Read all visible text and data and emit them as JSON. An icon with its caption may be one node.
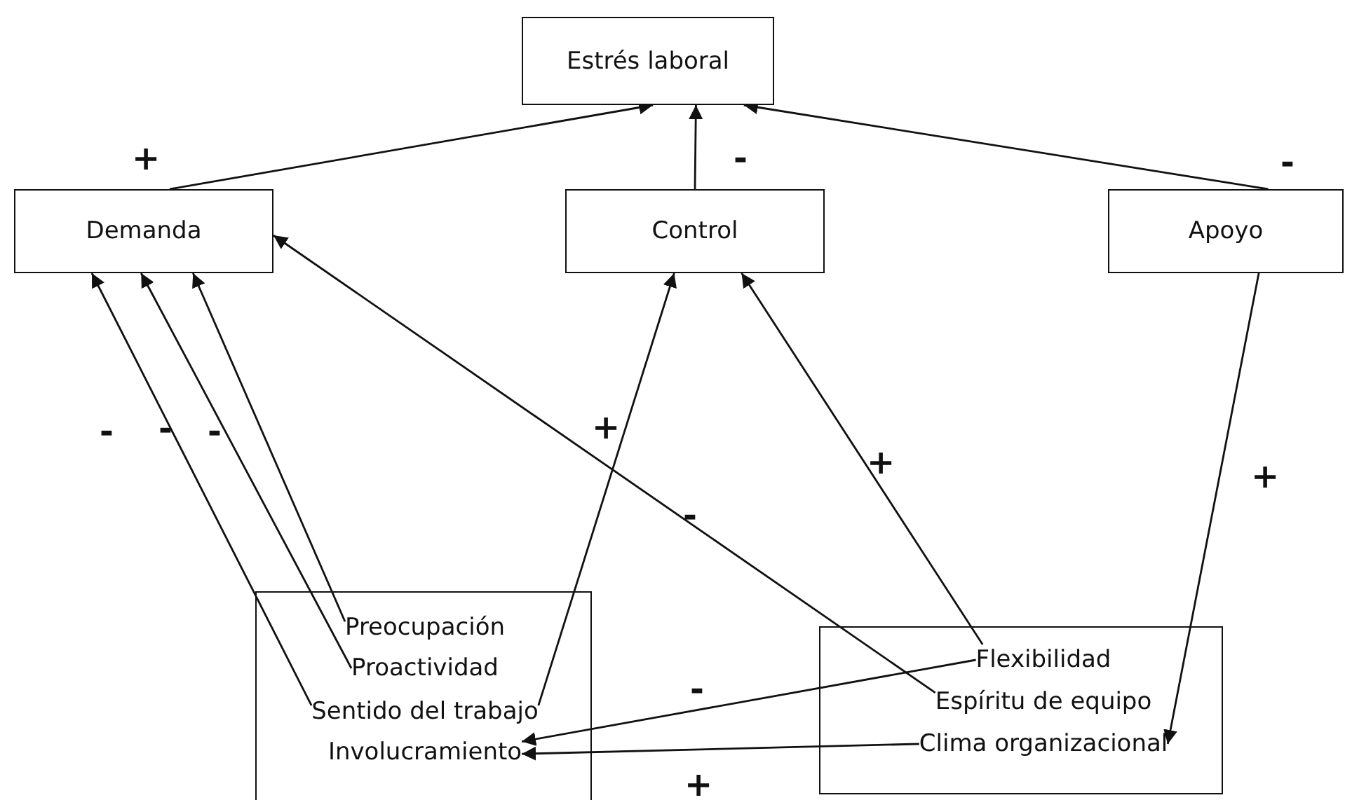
{
  "diagram": {
    "nodes": [
      {
        "text": [
          "Estrés laboral"
        ]
      },
      {
        "text": [
          "Demanda"
        ]
      },
      {
        "text": [
          "Control"
        ]
      },
      {
        "text": [
          "Apoyo"
        ]
      },
      {
        "text": [],
        "shape": "box"
      },
      {
        "text": [
          "Preocupación"
        ],
        "in": 4
      },
      {
        "text": [
          "Proactividad"
        ],
        "in": 4
      },
      {
        "text": [
          "Sentido del trabajo"
        ],
        "in": 4
      },
      {
        "text": [
          "Involucramiento"
        ],
        "in": 4
      },
      {
        "text": [],
        "shape": "box"
      },
      {
        "text": [
          "Flexibilidad"
        ],
        "in": 9
      },
      {
        "text": [
          "Espíritu de equipo"
        ],
        "in": 9
      },
      {
        "text": [
          "Clima organizacional"
        ],
        "in": 9
      }
    ],
    "edges": [
      {
        "from": 1,
        "to": 0,
        "arrow": "to",
        "label": "+"
      },
      {
        "from": 2,
        "to": 0,
        "arrow": "to",
        "label": "-"
      },
      {
        "from": 3,
        "to": 0,
        "arrow": "to",
        "label": "-"
      },
      {
        "from": 5,
        "to": 1,
        "arrow": "to",
        "label": "-"
      },
      {
        "from": 6,
        "to": 1,
        "arrow": "to",
        "label": "-"
      },
      {
        "from": 7,
        "to": 1,
        "arrow": "to",
        "label": "-"
      },
      {
        "from": 7,
        "to": 2,
        "arrow": "to",
        "label": "+"
      },
      {
        "from": 11,
        "to": 1,
        "arrow": "to",
        "label": "-"
      },
      {
        "from": 10,
        "to": 2,
        "arrow": "to",
        "label": "+"
      },
      {
        "from": 3,
        "to": 12,
        "arrow": "to",
        "label": "+"
      },
      {
        "from": 10,
        "to": 8,
        "arrow": "to",
        "label": "-"
      },
      {
        "from": 12,
        "to": 8,
        "arrow": "to",
        "label": "+"
      }
    ]
  }
}
